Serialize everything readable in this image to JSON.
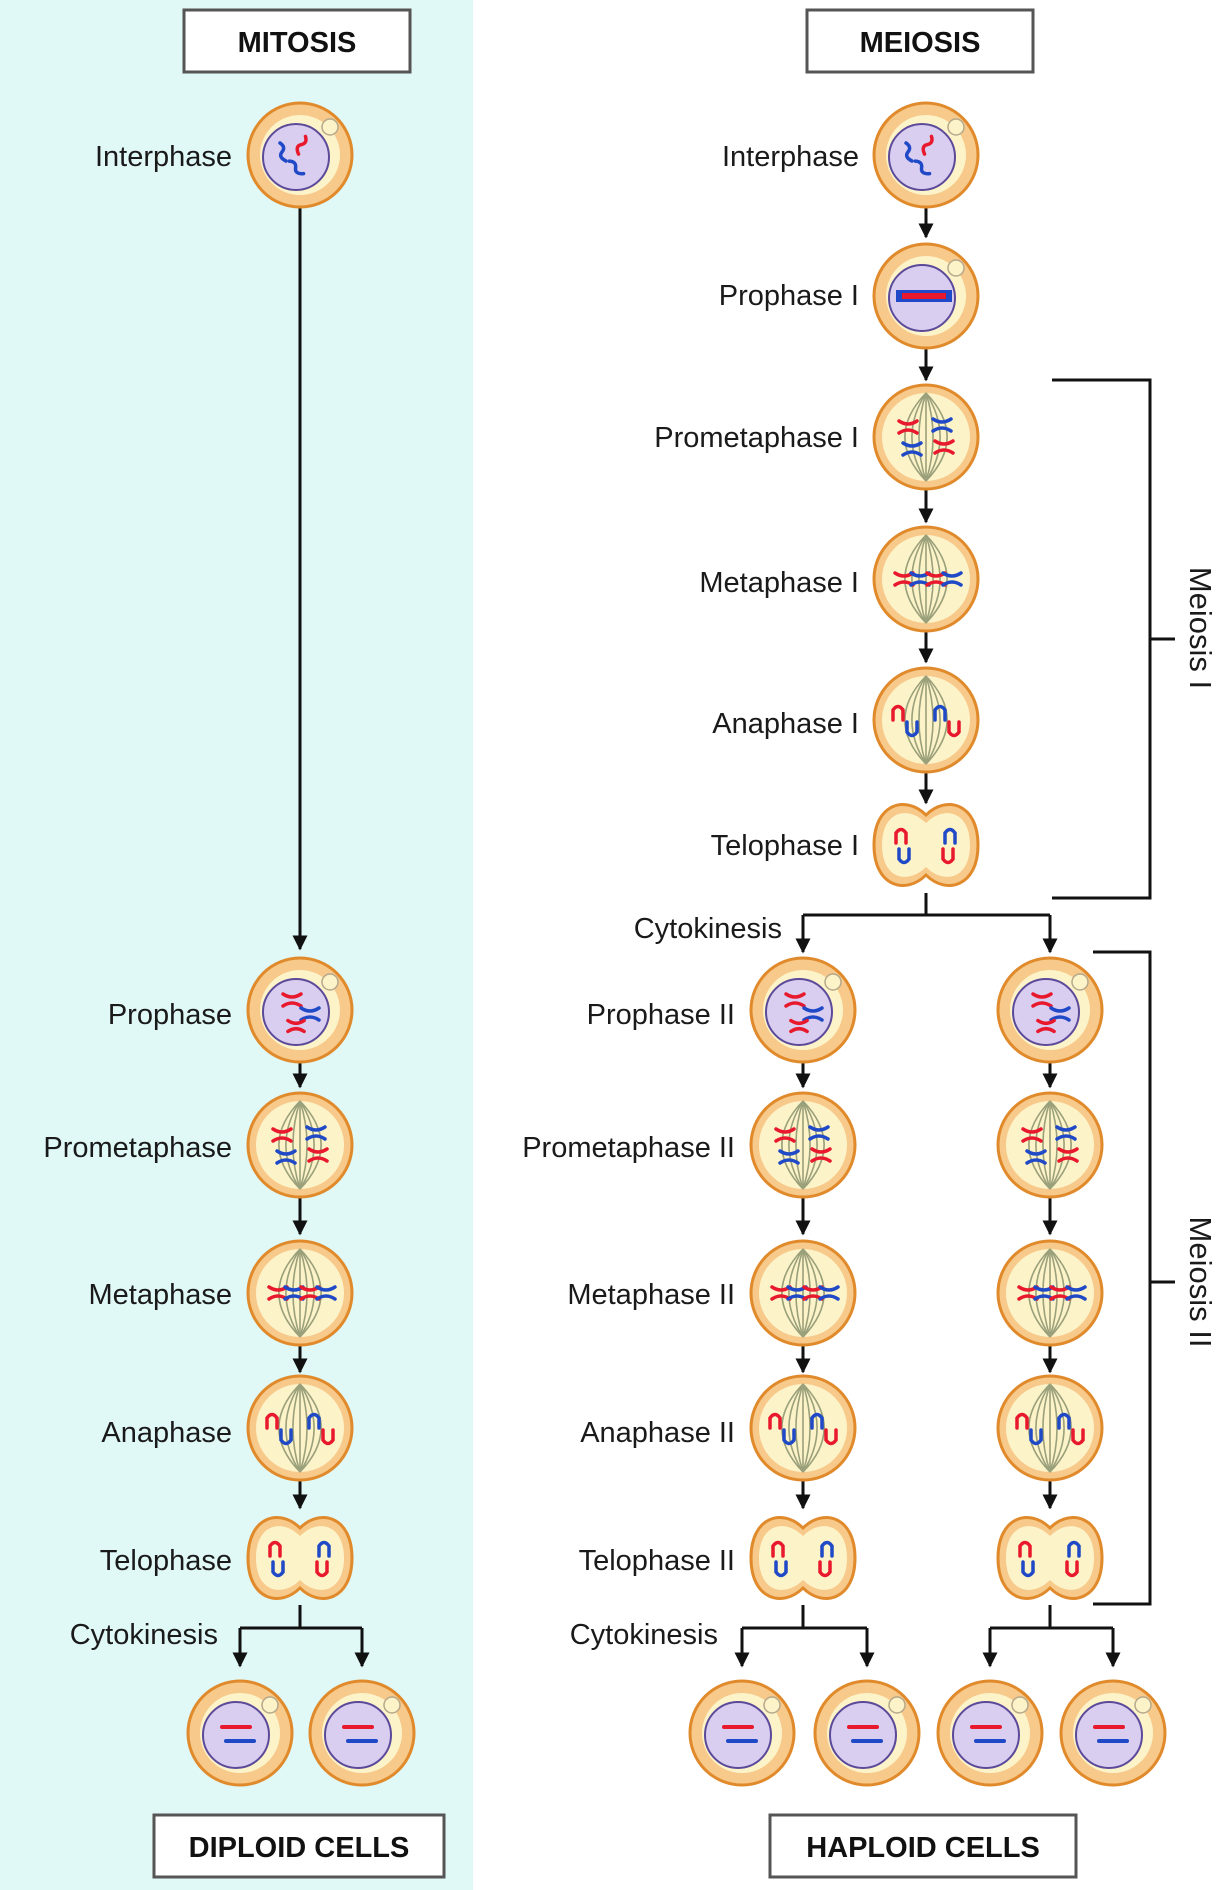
{
  "mitosis": {
    "title": "MITOSIS",
    "stages": [
      "Interphase",
      "Prophase",
      "Prometaphase",
      "Metaphase",
      "Anaphase",
      "Telophase"
    ],
    "cytokinesis": "Cytokinesis",
    "result": "DIPLOID CELLS"
  },
  "meiosis": {
    "title": "MEIOSIS",
    "stages_i": [
      "Interphase",
      "Prophase I",
      "Prometaphase I",
      "Metaphase I",
      "Anaphase I",
      "Telophase I"
    ],
    "cytokinesis_i": "Cytokinesis",
    "stages_ii": [
      "Prophase II",
      "Prometaphase II",
      "Metaphase II",
      "Anaphase II",
      "Telophase II"
    ],
    "cytokinesis_ii": "Cytokinesis",
    "bracket_i": "Meiosis I",
    "bracket_ii": "Meiosis II",
    "result": "HAPLOID CELLS"
  },
  "colors": {
    "panel": "#e0f8f6",
    "cell_outer": "#f7c98a",
    "cell_rim": "#e08a2c",
    "cytoplasm": "#fdf3c9",
    "nucleus": "#d9cdf0",
    "spindle": "#9aa07a",
    "chromosome_red": "#e8192c",
    "chromosome_blue": "#1f49c6"
  }
}
